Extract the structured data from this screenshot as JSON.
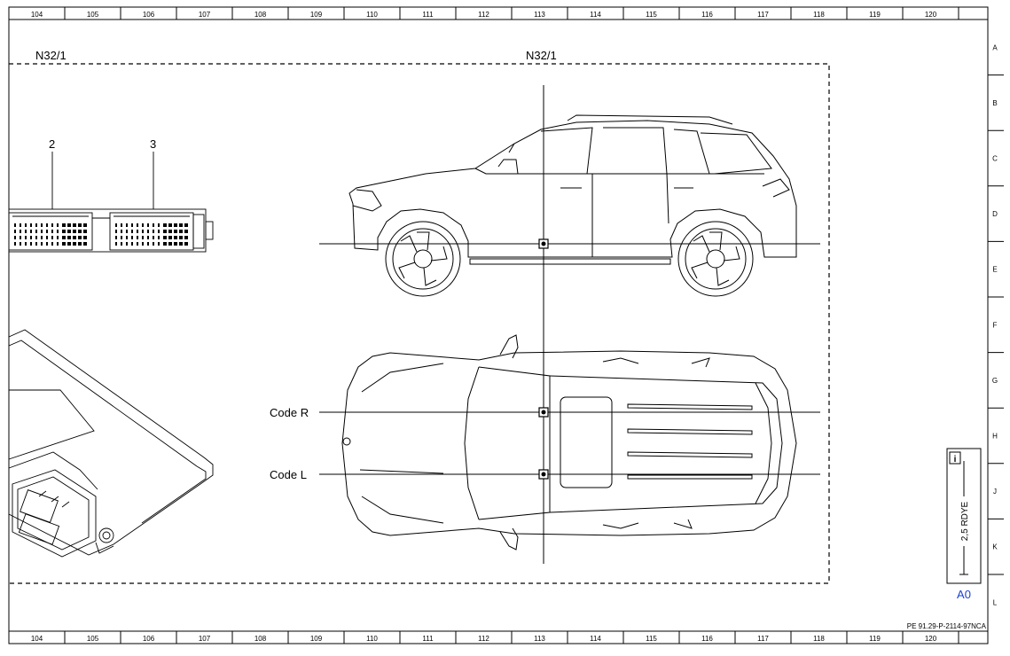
{
  "frame": {
    "top_columns": [
      "104",
      "105",
      "106",
      "107",
      "108",
      "109",
      "110",
      "111",
      "112",
      "113",
      "114",
      "115",
      "116",
      "117",
      "118",
      "119",
      "120"
    ],
    "bottom_columns": [
      "104",
      "105",
      "106",
      "107",
      "108",
      "109",
      "110",
      "111",
      "112",
      "113",
      "114",
      "115",
      "116",
      "117",
      "118",
      "119",
      "120"
    ],
    "rows": [
      "A",
      "B",
      "C",
      "D",
      "E",
      "F",
      "G",
      "H",
      "J",
      "K",
      "L"
    ]
  },
  "components": {
    "left_label": "N32/1",
    "center_label": "N32/1",
    "connector_2": "2",
    "connector_3": "3"
  },
  "vehicle": {
    "code_r": "Code R",
    "code_l": "Code L"
  },
  "legend_box": {
    "info_symbol": "i",
    "wire_label": "2,5 RDYE"
  },
  "sheet_ref": "A0",
  "document_number": "PE 91.29-P-2114-97NCA",
  "colors": {
    "line": "#000000",
    "sheet_ref": "#1a3fd6"
  }
}
